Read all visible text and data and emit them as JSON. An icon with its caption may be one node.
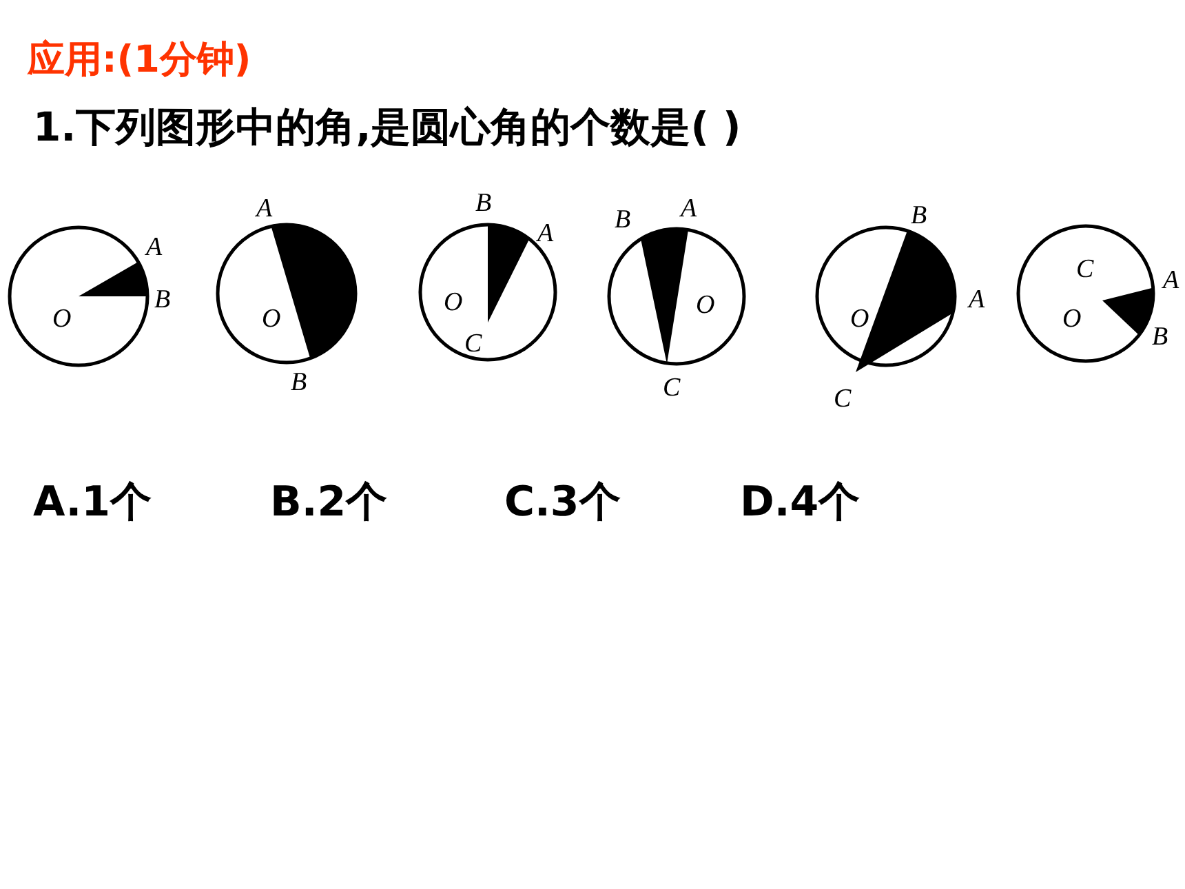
{
  "diagram": {
    "title": "应用:(1分钟)",
    "labels": [
      "1.下列图形中的角,是圆心角的个数是(      )",
      "A",
      "B",
      "O",
      "A",
      "O",
      "B",
      "B",
      "A",
      "O",
      "C",
      "B",
      "A",
      "O",
      "C",
      "B",
      "O",
      "A",
      "C",
      "C",
      "A",
      "O",
      "B",
      "A.1个",
      "B.2个",
      "C.3个",
      "D.4个"
    ]
  }
}
